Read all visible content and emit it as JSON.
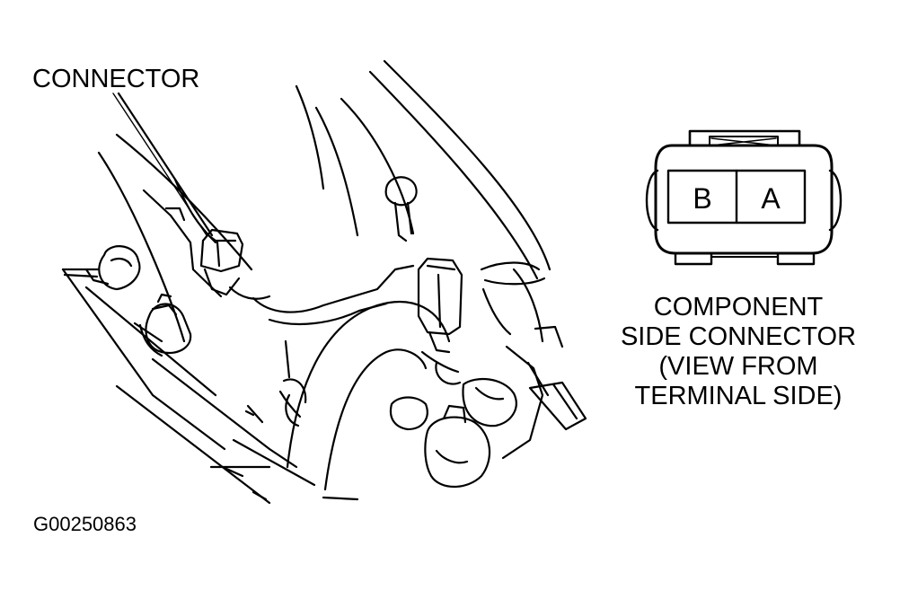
{
  "labels": {
    "connector": "CONNECTOR",
    "figure_code": "G00250863"
  },
  "caption": {
    "line1": "COMPONENT",
    "line2": "SIDE CONNECTOR",
    "line3": "(VIEW FROM",
    "line4": "TERMINAL SIDE)"
  },
  "terminals": {
    "left": "B",
    "right": "A"
  }
}
